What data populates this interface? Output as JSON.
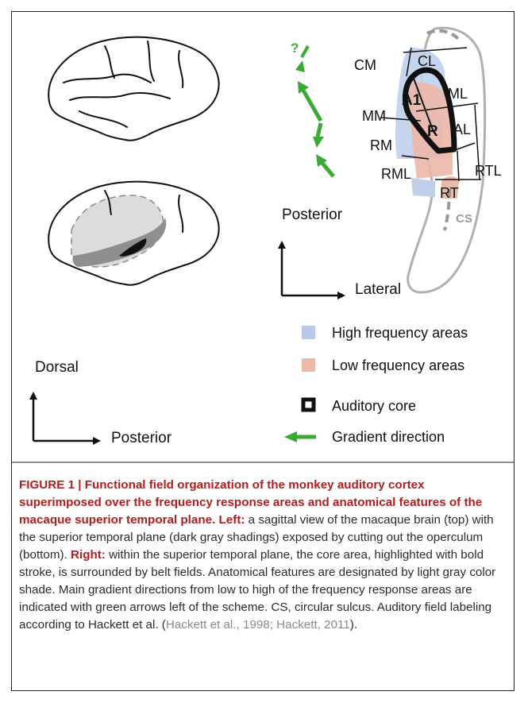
{
  "labels": {
    "question": "?",
    "posterior_right": "Posterior",
    "lateral": "Lateral",
    "dorsal": "Dorsal",
    "posterior_left": "Posterior",
    "cs": "CS"
  },
  "fields": {
    "CM": "CM",
    "CL": "CL",
    "ML": "ML",
    "A1": "A1",
    "MM": "MM",
    "R": "R",
    "AL": "AL",
    "RM": "RM",
    "RML": "RML",
    "RTL": "RTL",
    "RT": "RT"
  },
  "legend": {
    "high": "High frequency areas",
    "low": "Low frequency areas",
    "core": "Auditory core",
    "gradient": "Gradient direction"
  },
  "colors": {
    "high_frequency": "#b8c8e8",
    "low_frequency": "#ecb8a8",
    "gradient_arrow": "#3aaa35",
    "caption_accent": "#b01e1e"
  },
  "caption": {
    "title": "FIGURE 1 | Functional field organization of the monkey auditory cortex superimposed over the frequency response areas and anatomical features of the macaque superior temporal plane.",
    "left_label": "Left:",
    "left_text": " a sagittal view of the macaque brain (top) with the superior temporal plane (dark gray shadings) exposed by cutting out the operculum (bottom). ",
    "right_label": "Right:",
    "right_text": " within the superior temporal plane, the core area, highlighted with bold stroke, is surrounded by belt fields. Anatomical features are designated by light gray color shade. Main gradient directions from low to high of the frequency response areas are indicated with green arrows left of the scheme. CS, circular sulcus. Auditory field labeling according to Hackett et al. (",
    "ref_text": "Hackett et al., 1998; Hackett, 2011",
    "end_text": ")."
  }
}
